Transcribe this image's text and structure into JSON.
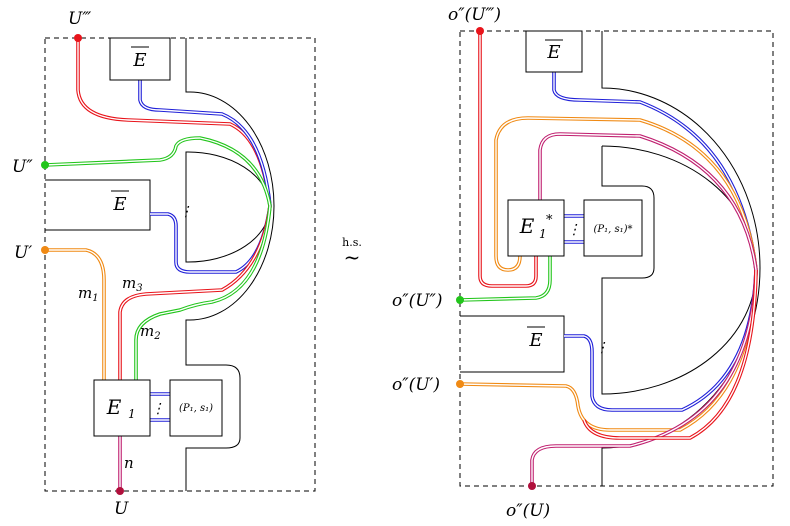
{
  "colors": {
    "red": "#e8141b",
    "green": "#22c51b",
    "orange": "#f08a14",
    "blue": "#2020d8",
    "magenta": "#c02070",
    "maroon": "#b0103c",
    "black": "#000000"
  },
  "left_diagram": {
    "ports": {
      "top": "U‴",
      "upper": "U″",
      "middle": "U′",
      "bottom": "U"
    },
    "boxes": {
      "ebar_top": "E",
      "ebar_mid": "E",
      "e1": "E",
      "e1_sub": "1",
      "p1s1": "(P₁, s₁)"
    },
    "strands": {
      "m1": "m",
      "m1_sub": "1",
      "m2": "m",
      "m2_sub": "2",
      "m3": "m",
      "m3_sub": "3",
      "n": "n"
    },
    "dots": "⋮"
  },
  "relation": {
    "label": "h.s.",
    "symbol": "~"
  },
  "right_diagram": {
    "ports": {
      "top": "o″(U‴)",
      "upper": "o″(U″)",
      "middle": "o″(U′)",
      "bottom": "o″(U)"
    },
    "boxes": {
      "ebar_top": "E",
      "ebar_mid": "E",
      "e1": "E",
      "e1_sub": "1",
      "e1_sup": "*",
      "p1s1": "(P₁, s₁)*"
    },
    "dots": "⋮"
  }
}
